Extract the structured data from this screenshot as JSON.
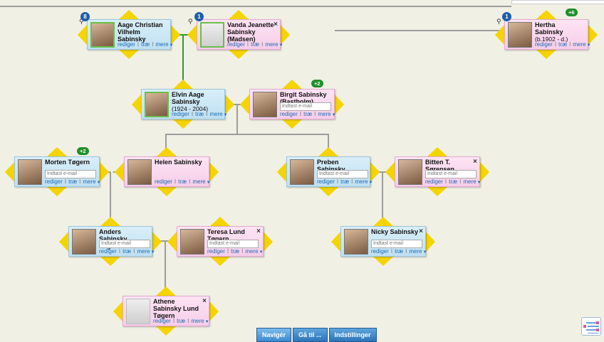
{
  "people": [
    {
      "id": "aage",
      "name": "Aage Christian Vilhelm Sabinsky",
      "dates": "",
      "gender": "male",
      "badge_count": "8",
      "email_placeholder": "",
      "has_close": false,
      "photo": "photo",
      "plus": ""
    },
    {
      "id": "vanda",
      "name": "Vanda Jeanette Sabinsky (Madsen)",
      "dates": "",
      "gender": "female",
      "badge_count": "1",
      "email_placeholder": "",
      "has_close": true,
      "photo": "silhouette",
      "plus": ""
    },
    {
      "id": "hertha",
      "name": "Hertha Sabinsky",
      "dates": "(b.1902 - d.)",
      "gender": "female",
      "badge_count": "1",
      "email_placeholder": "",
      "has_close": false,
      "photo": "photo",
      "plus": "+6"
    },
    {
      "id": "elvin",
      "name": "Elvin Aage Sabinsky",
      "dates": "(1924 - 2004)",
      "gender": "male",
      "badge_count": "",
      "email_placeholder": "",
      "has_close": false,
      "photo": "photo",
      "plus": ""
    },
    {
      "id": "birgit",
      "name": "Birgit Sabinsky (Bastholm)",
      "dates": "",
      "gender": "female",
      "badge_count": "",
      "email_placeholder": "Indtast e-mail",
      "has_close": false,
      "photo": "photo",
      "plus": "+2"
    },
    {
      "id": "morten",
      "name": "Morten Tøgern",
      "dates": "",
      "gender": "male",
      "badge_count": "",
      "email_placeholder": "Indtast e-mail",
      "has_close": false,
      "photo": "photo",
      "plus": "+2"
    },
    {
      "id": "helen",
      "name": "Helen Sabinsky",
      "dates": "",
      "gender": "female",
      "badge_count": "",
      "email_placeholder": "",
      "has_close": false,
      "photo": "photo",
      "plus": ""
    },
    {
      "id": "preben",
      "name": "Preben Sabinsky",
      "dates": "",
      "gender": "male",
      "badge_count": "",
      "email_placeholder": "Indtast e-mail",
      "has_close": false,
      "photo": "photo",
      "plus": ""
    },
    {
      "id": "bitten",
      "name": "Bitten T. Sørensen",
      "dates": "",
      "gender": "female",
      "badge_count": "",
      "email_placeholder": "Indtast e-mail",
      "has_close": true,
      "photo": "photo",
      "plus": ""
    },
    {
      "id": "anders",
      "name": "Anders Sabinsky Tøgern",
      "dates": "",
      "gender": "male",
      "badge_count": "",
      "email_placeholder": "Indtast e-mail",
      "has_close": false,
      "photo": "photo",
      "plus": ""
    },
    {
      "id": "teresa",
      "name": "Teresa Lund Tøgern",
      "dates": "",
      "gender": "female",
      "badge_count": "",
      "email_placeholder": "Indtast e-mail",
      "has_close": true,
      "photo": "photo",
      "plus": ""
    },
    {
      "id": "nicky",
      "name": "Nicky Sabinsky",
      "dates": "",
      "gender": "male",
      "badge_count": "",
      "email_placeholder": "Indtast e-mail",
      "has_close": true,
      "photo": "photo",
      "plus": ""
    },
    {
      "id": "athene",
      "name": "Athene Sabinsky Lund Tøgern",
      "dates": "",
      "gender": "female",
      "badge_count": "",
      "email_placeholder": "",
      "has_close": true,
      "photo": "silhouette",
      "plus": ""
    }
  ],
  "actions": {
    "edit": "rediger",
    "tree": "træ",
    "more": "mere",
    "separator": "I"
  },
  "bottom_tabs": [
    "Navigér",
    "Gå til ...",
    "Indstillinger"
  ],
  "active_tab": "Navigér",
  "colors": {
    "background": "#f1f0e5",
    "male_card": "#cde8f6",
    "female_card": "#fbd9ef",
    "arrow": "#f5d400",
    "link": "#1a6bb3",
    "plus_badge": "#1f8f2b",
    "count_badge": "#1f5fa7"
  },
  "icons": {
    "navigate_arrows": "yellow-arrow-icon",
    "count_badge": "relatives-count-icon",
    "close": "close-icon",
    "corner_button": "tree-view-icon"
  }
}
